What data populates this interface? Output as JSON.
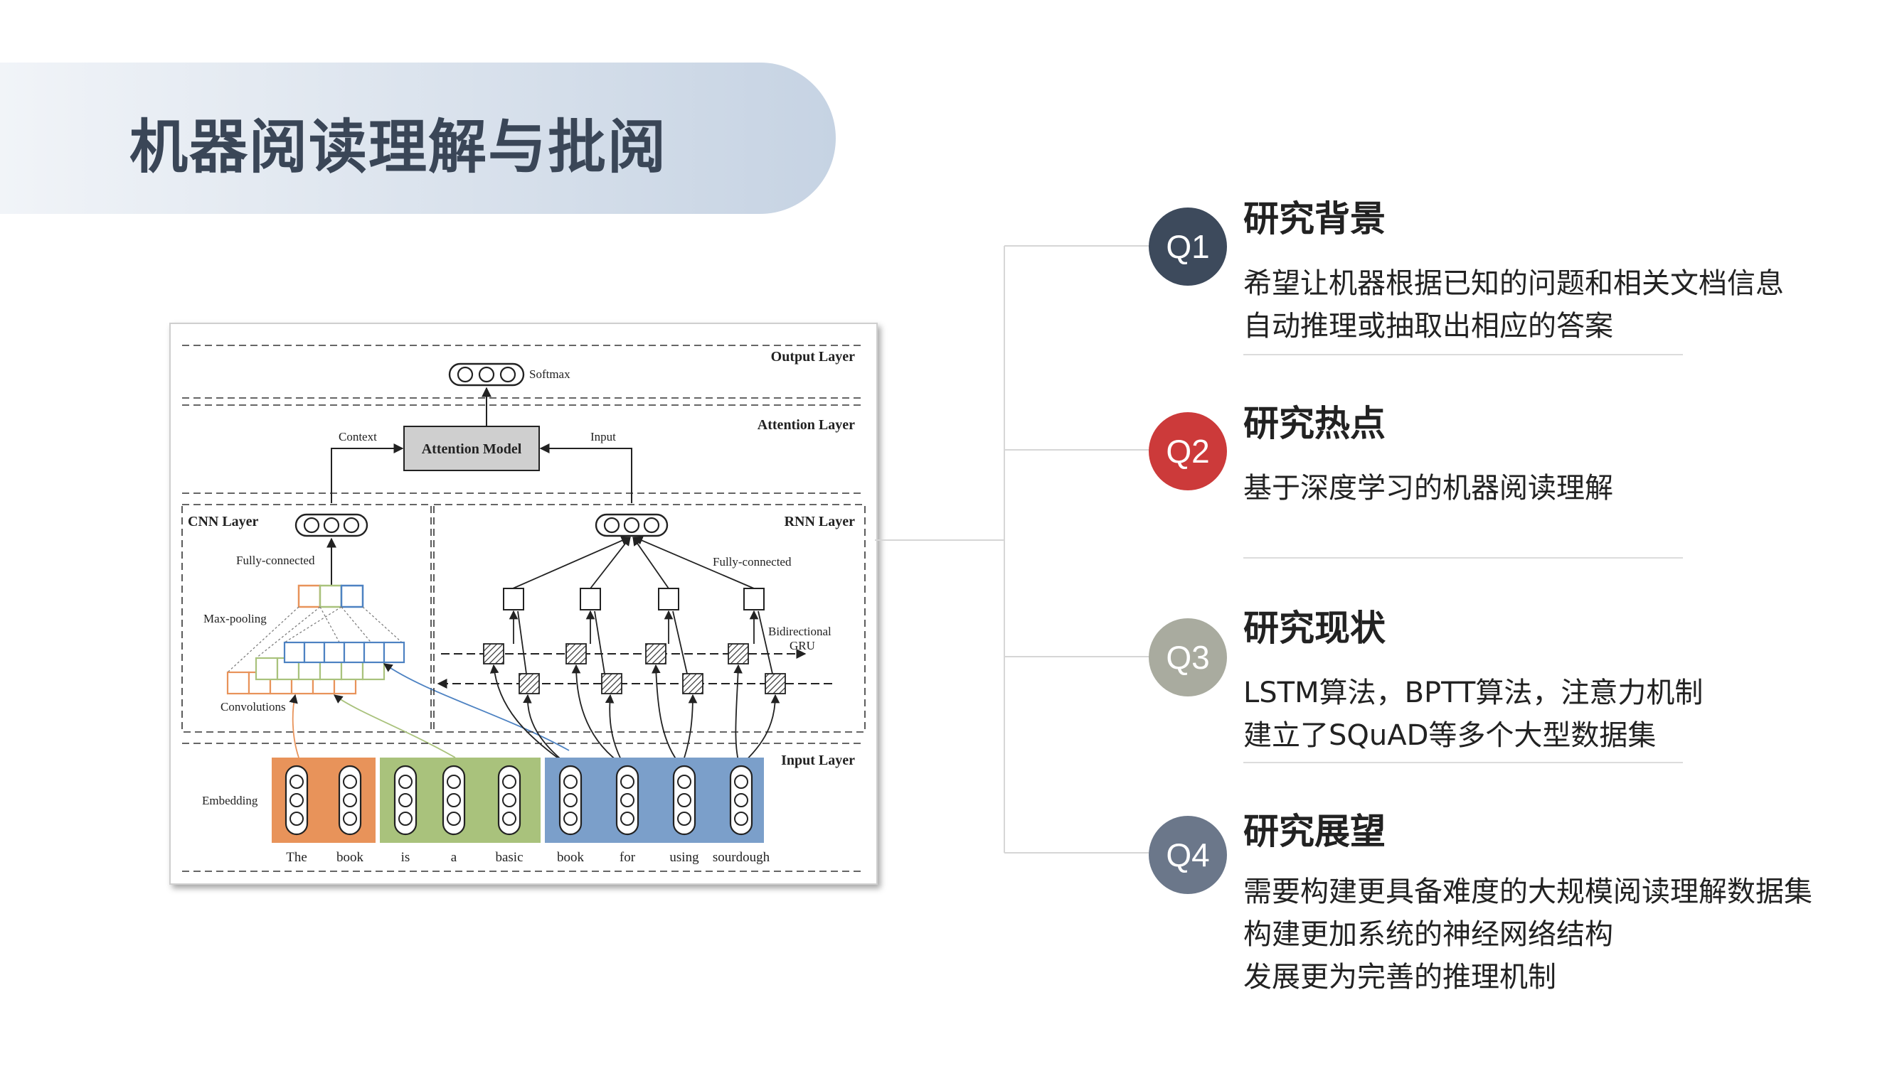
{
  "slide": {
    "title": "机器阅读理解与批阅"
  },
  "diagram": {
    "layers": {
      "output": "Output Layer",
      "attention": "Attention Layer",
      "cnn": "CNN Layer",
      "rnn": "RNN Layer",
      "input": "Input Layer"
    },
    "labels": {
      "softmax": "Softmax",
      "attention_model": "Attention Model",
      "context": "Context",
      "input": "Input",
      "fc_cnn": "Fully-connected",
      "fc_rnn": "Fully-connected",
      "maxpool": "Max-pooling",
      "convolutions": "Convolutions",
      "bigru_1": "Bidirectional",
      "bigru_2": "GRU",
      "embedding": "Embedding"
    },
    "words": [
      "The",
      "book",
      "is",
      "a",
      "basic",
      "book",
      "for",
      "using",
      "sourdough"
    ],
    "embedding_groups": [
      {
        "color": "#e8935a",
        "count": 2
      },
      {
        "color": "#a9c27c",
        "count": 3
      },
      {
        "color": "#7b9fca",
        "count": 4
      }
    ]
  },
  "questions": [
    {
      "badge": "Q1",
      "color": "#3d4a5c",
      "heading": "研究背景",
      "lines": [
        "希望让机器根据已知的问题和相关文档信息",
        "自动推理或抽取出相应的答案"
      ]
    },
    {
      "badge": "Q2",
      "color": "#cc3a3a",
      "heading": "研究热点",
      "lines": [
        "基于深度学习的机器阅读理解"
      ]
    },
    {
      "badge": "Q3",
      "color": "#a9ab9f",
      "heading": "研究现状",
      "lines": [
        "LSTM算法，BPTT算法，注意力机制",
        "建立了SQuAD等多个大型数据集"
      ]
    },
    {
      "badge": "Q4",
      "color": "#6b778a",
      "heading": "研究展望",
      "lines": [
        "需要构建更具备难度的大规模阅读理解数据集",
        "构建更加系统的神经网络结构",
        "发展更为完善的推理机制"
      ]
    }
  ]
}
